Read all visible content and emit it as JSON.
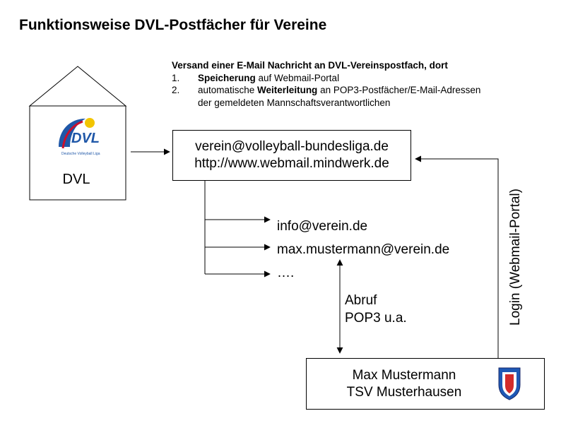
{
  "title": "Funktionsweise DVL-Postfächer für Vereine",
  "intro": {
    "heading": "Versand einer E-Mail Nachricht an DVL-Vereinspostfach, dort",
    "steps": [
      {
        "num": "1.",
        "bold": "Speicherung",
        "rest": " auf Webmail-Portal",
        "pre": ""
      },
      {
        "num": "2.",
        "pre": "automatische ",
        "bold": "Weiterleitung",
        "rest": " an POP3-Postfächer/E-Mail-Adressen"
      }
    ],
    "step2_cont": "der gemeldeten Mannschaftsverantwortlichen"
  },
  "house": {
    "label": "DVL",
    "logo_text": "DVL",
    "logo_subtext": "Deutsche Volleyball Liga"
  },
  "server": {
    "email": "verein@volleyball-bundesliga.de",
    "url": "http://www.webmail.mindwerk.de"
  },
  "targets": [
    "info@verein.de",
    "max.mustermann@verein.de",
    "…."
  ],
  "abruf": {
    "line1": "Abruf",
    "line2": "POP3 u.a."
  },
  "login_label": "Login (Webmail-Portal)",
  "club": {
    "name": "Max Mustermann",
    "org": "TSV Musterhausen"
  },
  "colors": {
    "logo_blue": "#1f57a8",
    "logo_red": "#c8102e",
    "logo_yellow": "#f2c500",
    "crest_blue": "#1e58b5",
    "crest_red": "#d22b2b"
  }
}
